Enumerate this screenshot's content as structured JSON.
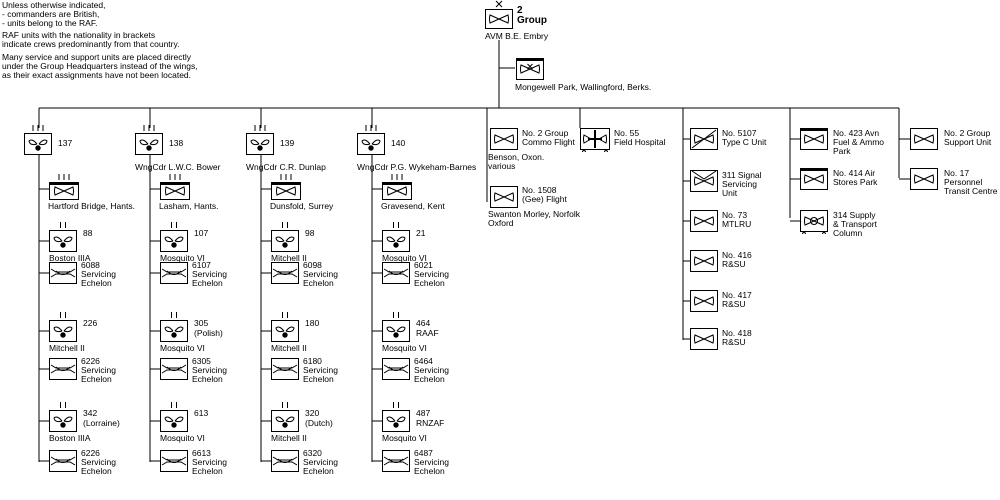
{
  "notes": {
    "n1": "Unless otherwise indicated,",
    "n2": "- commanders are British,",
    "n3": "- units belong to the RAF.",
    "n4": "RAF units with the nationality in brackets",
    "n5": "indicate crews predominantly from that country.",
    "n6": "Many service and support units are placed directly",
    "n7": "under the Group Headquarters instead of the wings,",
    "n8": "as their exact assignments have not been located."
  },
  "hq": {
    "number": "2",
    "word": "Group",
    "commander": "AVM B.E. Embry",
    "signals_location": "Mongewell Park, Wallingford, Berks."
  },
  "wings": [
    {
      "name": "137",
      "commander": "",
      "airfield": "Hartford Bridge, Hants.",
      "units": [
        {
          "kind": "squadron",
          "l1": "88",
          "l2": "",
          "aircraft": "Boston IIIA"
        },
        {
          "kind": "echelon",
          "l1": "6088",
          "l2": "Servicing",
          "l3": "Echelon"
        },
        {
          "kind": "squadron",
          "l1": "226",
          "l2": "",
          "aircraft": "Mitchell II"
        },
        {
          "kind": "echelon",
          "l1": "6226",
          "l2": "Servicing",
          "l3": "Echelon"
        },
        {
          "kind": "squadron",
          "l1": "342",
          "l2": "(Lorraine)",
          "aircraft": "Boston IIIA"
        },
        {
          "kind": "echelon",
          "l1": "6226",
          "l2": "Servicing",
          "l3": "Echelon"
        }
      ]
    },
    {
      "name": "138",
      "commander": "WngCdr L.W.C. Bower",
      "airfield": "Lasham, Hants.",
      "units": [
        {
          "kind": "squadron",
          "l1": "107",
          "l2": "",
          "aircraft": "Mosquito VI"
        },
        {
          "kind": "echelon",
          "l1": "6107",
          "l2": "Servicing",
          "l3": "Echelon"
        },
        {
          "kind": "squadron",
          "l1": "305",
          "l2": "(Polish)",
          "aircraft": "Mosquito VI"
        },
        {
          "kind": "echelon",
          "l1": "6305",
          "l2": "Servicing",
          "l3": "Echelon"
        },
        {
          "kind": "squadron",
          "l1": "613",
          "l2": "",
          "aircraft": "Mosquito VI"
        },
        {
          "kind": "echelon",
          "l1": "6613",
          "l2": "Servicing",
          "l3": "Echelon"
        }
      ]
    },
    {
      "name": "139",
      "commander": "WngCdr C.R. Dunlap",
      "airfield": "Dunsfold, Surrey",
      "units": [
        {
          "kind": "squadron",
          "l1": "98",
          "l2": "",
          "aircraft": "Mitchell II"
        },
        {
          "kind": "echelon",
          "l1": "6098",
          "l2": "Servicing",
          "l3": "Echelon"
        },
        {
          "kind": "squadron",
          "l1": "180",
          "l2": "",
          "aircraft": "Mitchell II"
        },
        {
          "kind": "echelon",
          "l1": "6180",
          "l2": "Servicing",
          "l3": "Echelon"
        },
        {
          "kind": "squadron",
          "l1": "320",
          "l2": "(Dutch)",
          "aircraft": "Mitchell II"
        },
        {
          "kind": "echelon",
          "l1": "6320",
          "l2": "Servicing",
          "l3": "Echelon"
        }
      ]
    },
    {
      "name": "140",
      "commander": "WngCdr P.G. Wykeham-Barnes",
      "airfield": "Gravesend, Kent",
      "units": [
        {
          "kind": "squadron",
          "l1": "21",
          "l2": "",
          "aircraft": "Mosquito VI"
        },
        {
          "kind": "echelon",
          "l1": "6021",
          "l2": "Servicing",
          "l3": "Echelon"
        },
        {
          "kind": "squadron",
          "l1": "464",
          "l2": "RAAF",
          "aircraft": "Mosquito VI"
        },
        {
          "kind": "echelon",
          "l1": "6464",
          "l2": "Servicing",
          "l3": "Echelon"
        },
        {
          "kind": "squadron",
          "l1": "487",
          "l2": "RNZAF",
          "aircraft": "Mosquito VI"
        },
        {
          "kind": "echelon",
          "l1": "6487",
          "l2": "Servicing",
          "l3": "Echelon"
        }
      ]
    }
  ],
  "support_columns": [
    [
      {
        "kind": "flight",
        "l1": "No. 2 Group",
        "l2": "Commo Flight",
        "below1": "Benson, Oxon.",
        "below2": "various"
      },
      {
        "kind": "flight",
        "l1": "No. 1508",
        "l2": "(Gee) Flight",
        "below1": "Swanton Morley, Norfolk",
        "below2": "Oxford"
      }
    ],
    [
      {
        "kind": "hospital",
        "l1": "No. 55",
        "l2": "Field Hospital"
      }
    ],
    [
      {
        "kind": "typec",
        "l1": "No. 5107",
        "l2": "Type C Unit"
      },
      {
        "kind": "signal",
        "l1": "311 Signal",
        "l2": "Servicing",
        "l3": "Unit"
      },
      {
        "kind": "plain",
        "l1": "No. 73",
        "l2": "MTLRU"
      },
      {
        "kind": "plain",
        "l1": "No. 416",
        "l2": "R&SU"
      },
      {
        "kind": "plain",
        "l1": "No. 417",
        "l2": "R&SU"
      },
      {
        "kind": "plain",
        "l1": "No. 418",
        "l2": "R&SU"
      }
    ],
    [
      {
        "kind": "park",
        "l1": "No. 423 Avn",
        "l2": "Fuel & Ammo",
        "l3": "Park"
      },
      {
        "kind": "park",
        "l1": "No. 414 Air",
        "l2": "Stores Park"
      },
      {
        "kind": "transport",
        "l1": "314 Supply",
        "l2": "& Transport",
        "l3": "Column"
      }
    ],
    [
      {
        "kind": "plain",
        "l1": "No. 2 Group",
        "l2": "Support Unit"
      },
      {
        "kind": "plain",
        "l1": "No. 17",
        "l2": "Personnel",
        "l3": "Transit Centre"
      }
    ]
  ]
}
